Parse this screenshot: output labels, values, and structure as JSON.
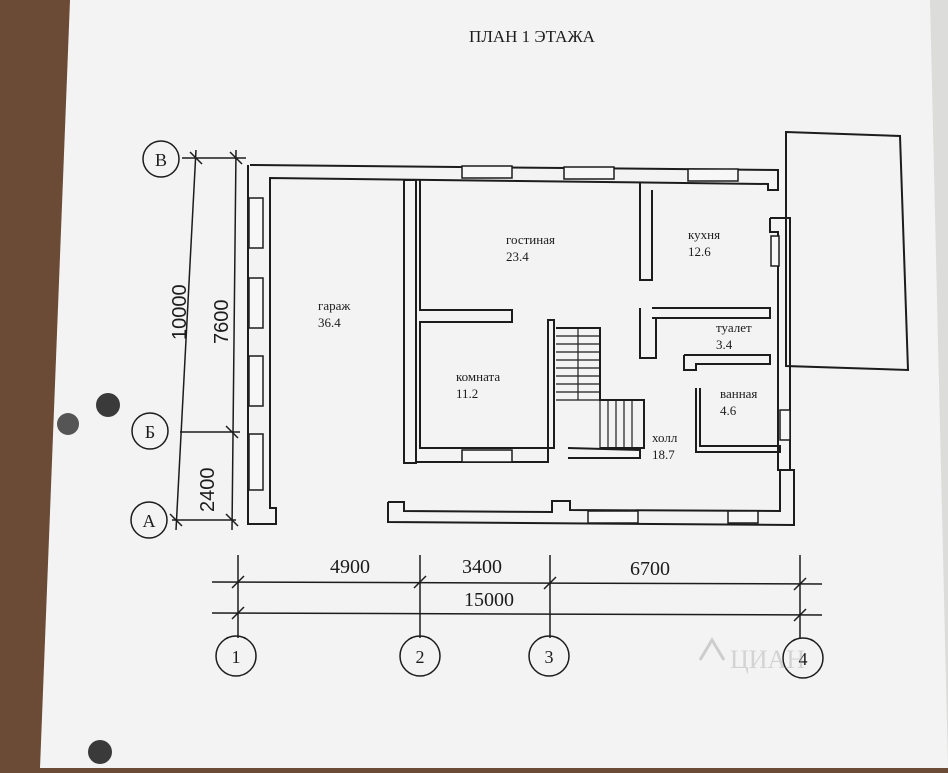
{
  "title": "ПЛАН 1 ЭТАЖА",
  "rooms": [
    {
      "name": "гараж",
      "area": "36.4"
    },
    {
      "name": "гостиная",
      "area": "23.4"
    },
    {
      "name": "кухня",
      "area": "12.6"
    },
    {
      "name": "туалет",
      "area": "3.4"
    },
    {
      "name": "комната",
      "area": "11.2"
    },
    {
      "name": "ванная",
      "area": "4.6"
    },
    {
      "name": "холл",
      "area": "18.7"
    }
  ],
  "axes": {
    "rows": [
      "В",
      "Б",
      "А"
    ],
    "cols": [
      "1",
      "2",
      "3",
      "4"
    ]
  },
  "dimensions": {
    "vertical_total": "10000",
    "vertical_upper": "7600",
    "vertical_lower": "2400",
    "horizontal_1": "4900",
    "horizontal_2": "3400",
    "horizontal_3": "6700",
    "horizontal_total": "15000"
  },
  "watermark": "ЦИАН",
  "colors": {
    "paper": "#f4f5f4",
    "ink": "#1c1c1c",
    "background": "#6b4a36"
  }
}
